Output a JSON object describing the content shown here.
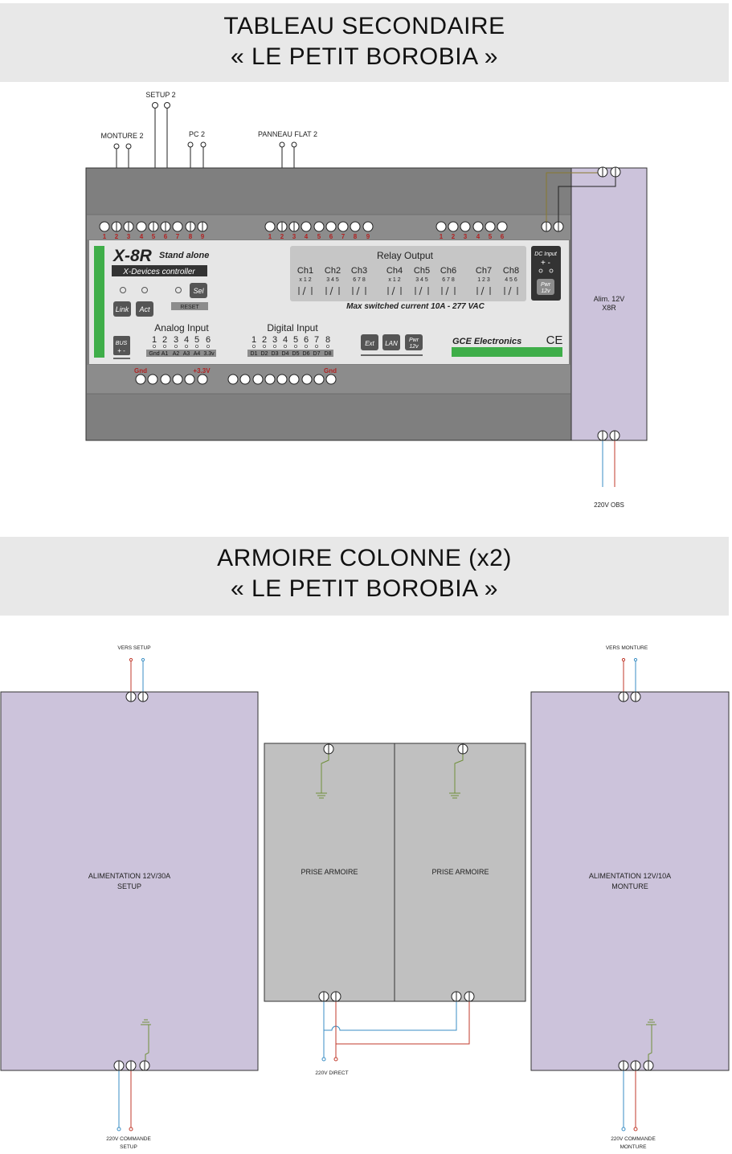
{
  "section1": {
    "title_line1": "TABLEAU SECONDAIRE",
    "title_line2": "« LE PETIT BOROBIA »"
  },
  "section2": {
    "title_line1": "ARMOIRE COLONNE (x2)",
    "title_line2": "« LE PETIT BOROBIA »"
  },
  "labels": {
    "monture2": "MONTURE 2",
    "setup2": "SETUP 2",
    "pc2": "PC 2",
    "panneau_flat2": "PANNEAU FLAT 2",
    "alim_line1": "Alim. 12V",
    "alim_line2": "X8R",
    "obs_220v": "220V OBS",
    "vers_setup": "VERS SETUP",
    "vers_monture": "VERS MONTURE",
    "alim_setup_line1": "ALIMENTATION 12V/30A",
    "alim_setup_line2": "SETUP",
    "alim_monture_line1": "ALIMENTATION 12V/10A",
    "alim_monture_line2": "MONTURE",
    "prise_armoire_1": "PRISE ARMOIRE",
    "prise_armoire_2": "PRISE ARMOIRE",
    "direct_220v": "220V DIRECT",
    "cmd_setup_line1": "220V COMMANDE",
    "cmd_setup_line2": "SETUP",
    "cmd_monture_line1": "220V COMMANDE",
    "cmd_monture_line2": "MONTURE"
  },
  "controller": {
    "model": "X-8R",
    "mode": "Stand alone",
    "subtitle": "X-Devices controller",
    "link": "Link",
    "act": "Act",
    "sel": "Sel",
    "reset": "RESET",
    "bus": "BUS",
    "analog_title": "Analog Input",
    "analog_numbers": [
      "1",
      "2",
      "3",
      "4",
      "5",
      "6"
    ],
    "analog_labels": [
      "Gnd",
      "A1",
      "A2",
      "A3",
      "A4",
      "3.3v"
    ],
    "digital_title": "Digital Input",
    "digital_numbers": [
      "1",
      "2",
      "3",
      "4",
      "5",
      "6",
      "7",
      "8"
    ],
    "digital_labels": [
      "D1",
      "D2",
      "D3",
      "D4",
      "D5",
      "D6",
      "D7",
      "D8"
    ],
    "relay_title": "Relay Output",
    "channels": [
      "Ch1",
      "Ch2",
      "Ch3",
      "Ch4",
      "Ch5",
      "Ch6",
      "Ch7",
      "Ch8"
    ],
    "channel_pins": [
      "x 1 2",
      "3 4 5",
      "6 7 8",
      "x 1 2",
      "3 4 5",
      "6 7 8",
      "1 2 3",
      "4 5 6"
    ],
    "max_switched": "Max switched current 10A - 277 VAC",
    "dc_input": "DC Input",
    "pwr": "Pwr",
    "pwr_v": "12v",
    "ext": "Ext",
    "lan": "LAN",
    "brand": "GCE Electronics",
    "ce": "CE",
    "gnd_left": "Gnd",
    "v33": "+3.3V",
    "gnd_right": "Gnd",
    "group1_numbers": [
      "1",
      "2",
      "3",
      "4",
      "5",
      "6",
      "7",
      "8",
      "9"
    ],
    "group2_numbers": [
      "1",
      "2",
      "3",
      "4",
      "5",
      "6",
      "7",
      "8",
      "9"
    ],
    "group3_numbers": [
      "1",
      "2",
      "3",
      "4",
      "5",
      "6"
    ]
  }
}
